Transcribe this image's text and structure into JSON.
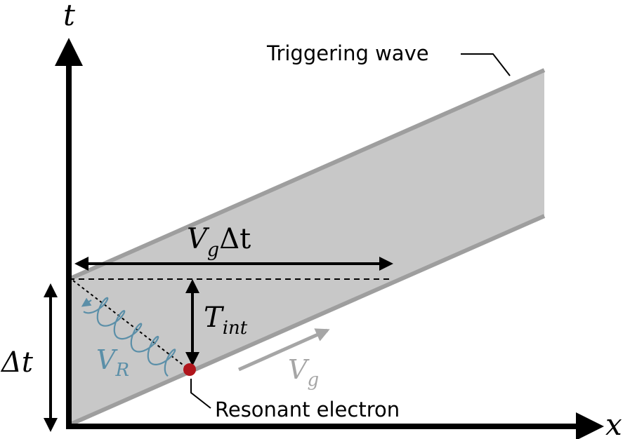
{
  "axes": {
    "x_label": "x",
    "t_label": "t"
  },
  "labels": {
    "triggering_wave": "Triggering wave",
    "resonant_electron": "Resonant electron"
  },
  "math": {
    "vg_dt": {
      "base": "V",
      "sub": "g",
      "tail": "Δt"
    },
    "t_int": {
      "base": "T",
      "sub": "int"
    },
    "delta_t": "Δt",
    "v_r": {
      "base": "V",
      "sub": "R"
    },
    "v_g": {
      "base": "V",
      "sub": "g"
    }
  },
  "colors": {
    "band_fill": "#c8c8c8",
    "band_edge": "#9e9e9e",
    "axis": "#000000",
    "helix": "#5b8fa8",
    "electron": "#b0151c",
    "vg_arrow": "#a6a6a6"
  }
}
